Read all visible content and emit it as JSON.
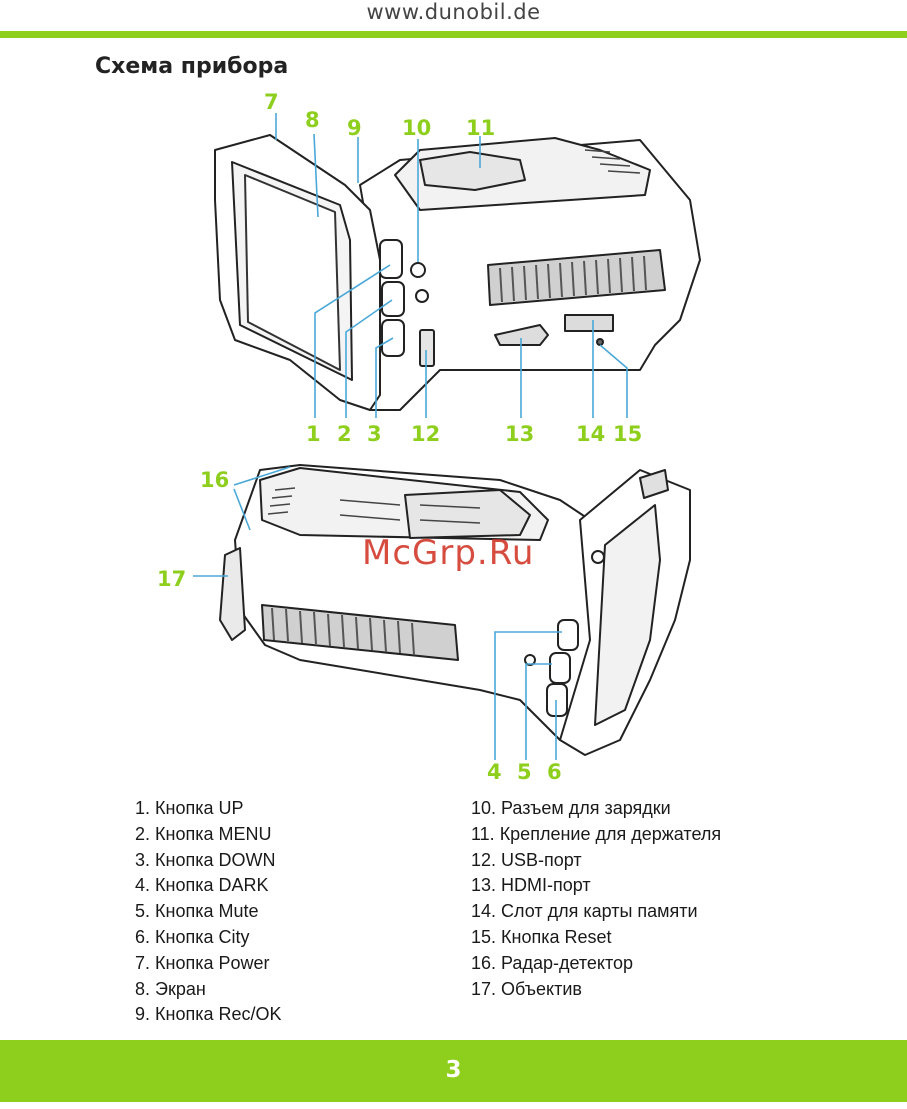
{
  "header": {
    "site_url": "www.dunobil.de"
  },
  "title": "Схема прибора",
  "callouts": {
    "c1": "1",
    "c2": "2",
    "c3": "3",
    "c4": "4",
    "c5": "5",
    "c6": "6",
    "c7": "7",
    "c8": "8",
    "c9": "9",
    "c10": "10",
    "c11": "11",
    "c12": "12",
    "c13": "13",
    "c14": "14",
    "c15": "15",
    "c16": "16",
    "c17": "17"
  },
  "legend": {
    "left": [
      "1. Кнопка UP",
      "2. Кнопка MENU",
      "3. Кнопка DOWN",
      "4. Кнопка DARK",
      "5. Кнопка Mute",
      "6. Кнопка City",
      "7. Кнопка Power",
      "8. Экран",
      "9. Кнопка Rec/OK"
    ],
    "right": [
      "10. Разъем для зарядки",
      "11. Крепление для держателя",
      "12. USB-порт",
      "13. HDMI-порт",
      "14. Слот для карты памяти",
      "15. Кнопка Reset",
      "16. Радар-детектор",
      "17. Объектив"
    ]
  },
  "watermark": "McGrp.Ru",
  "footer": {
    "page_number": "3"
  },
  "colors": {
    "accent": "#8ecf1e",
    "text": "#1a1a1a",
    "watermark": "#d23a2c"
  }
}
